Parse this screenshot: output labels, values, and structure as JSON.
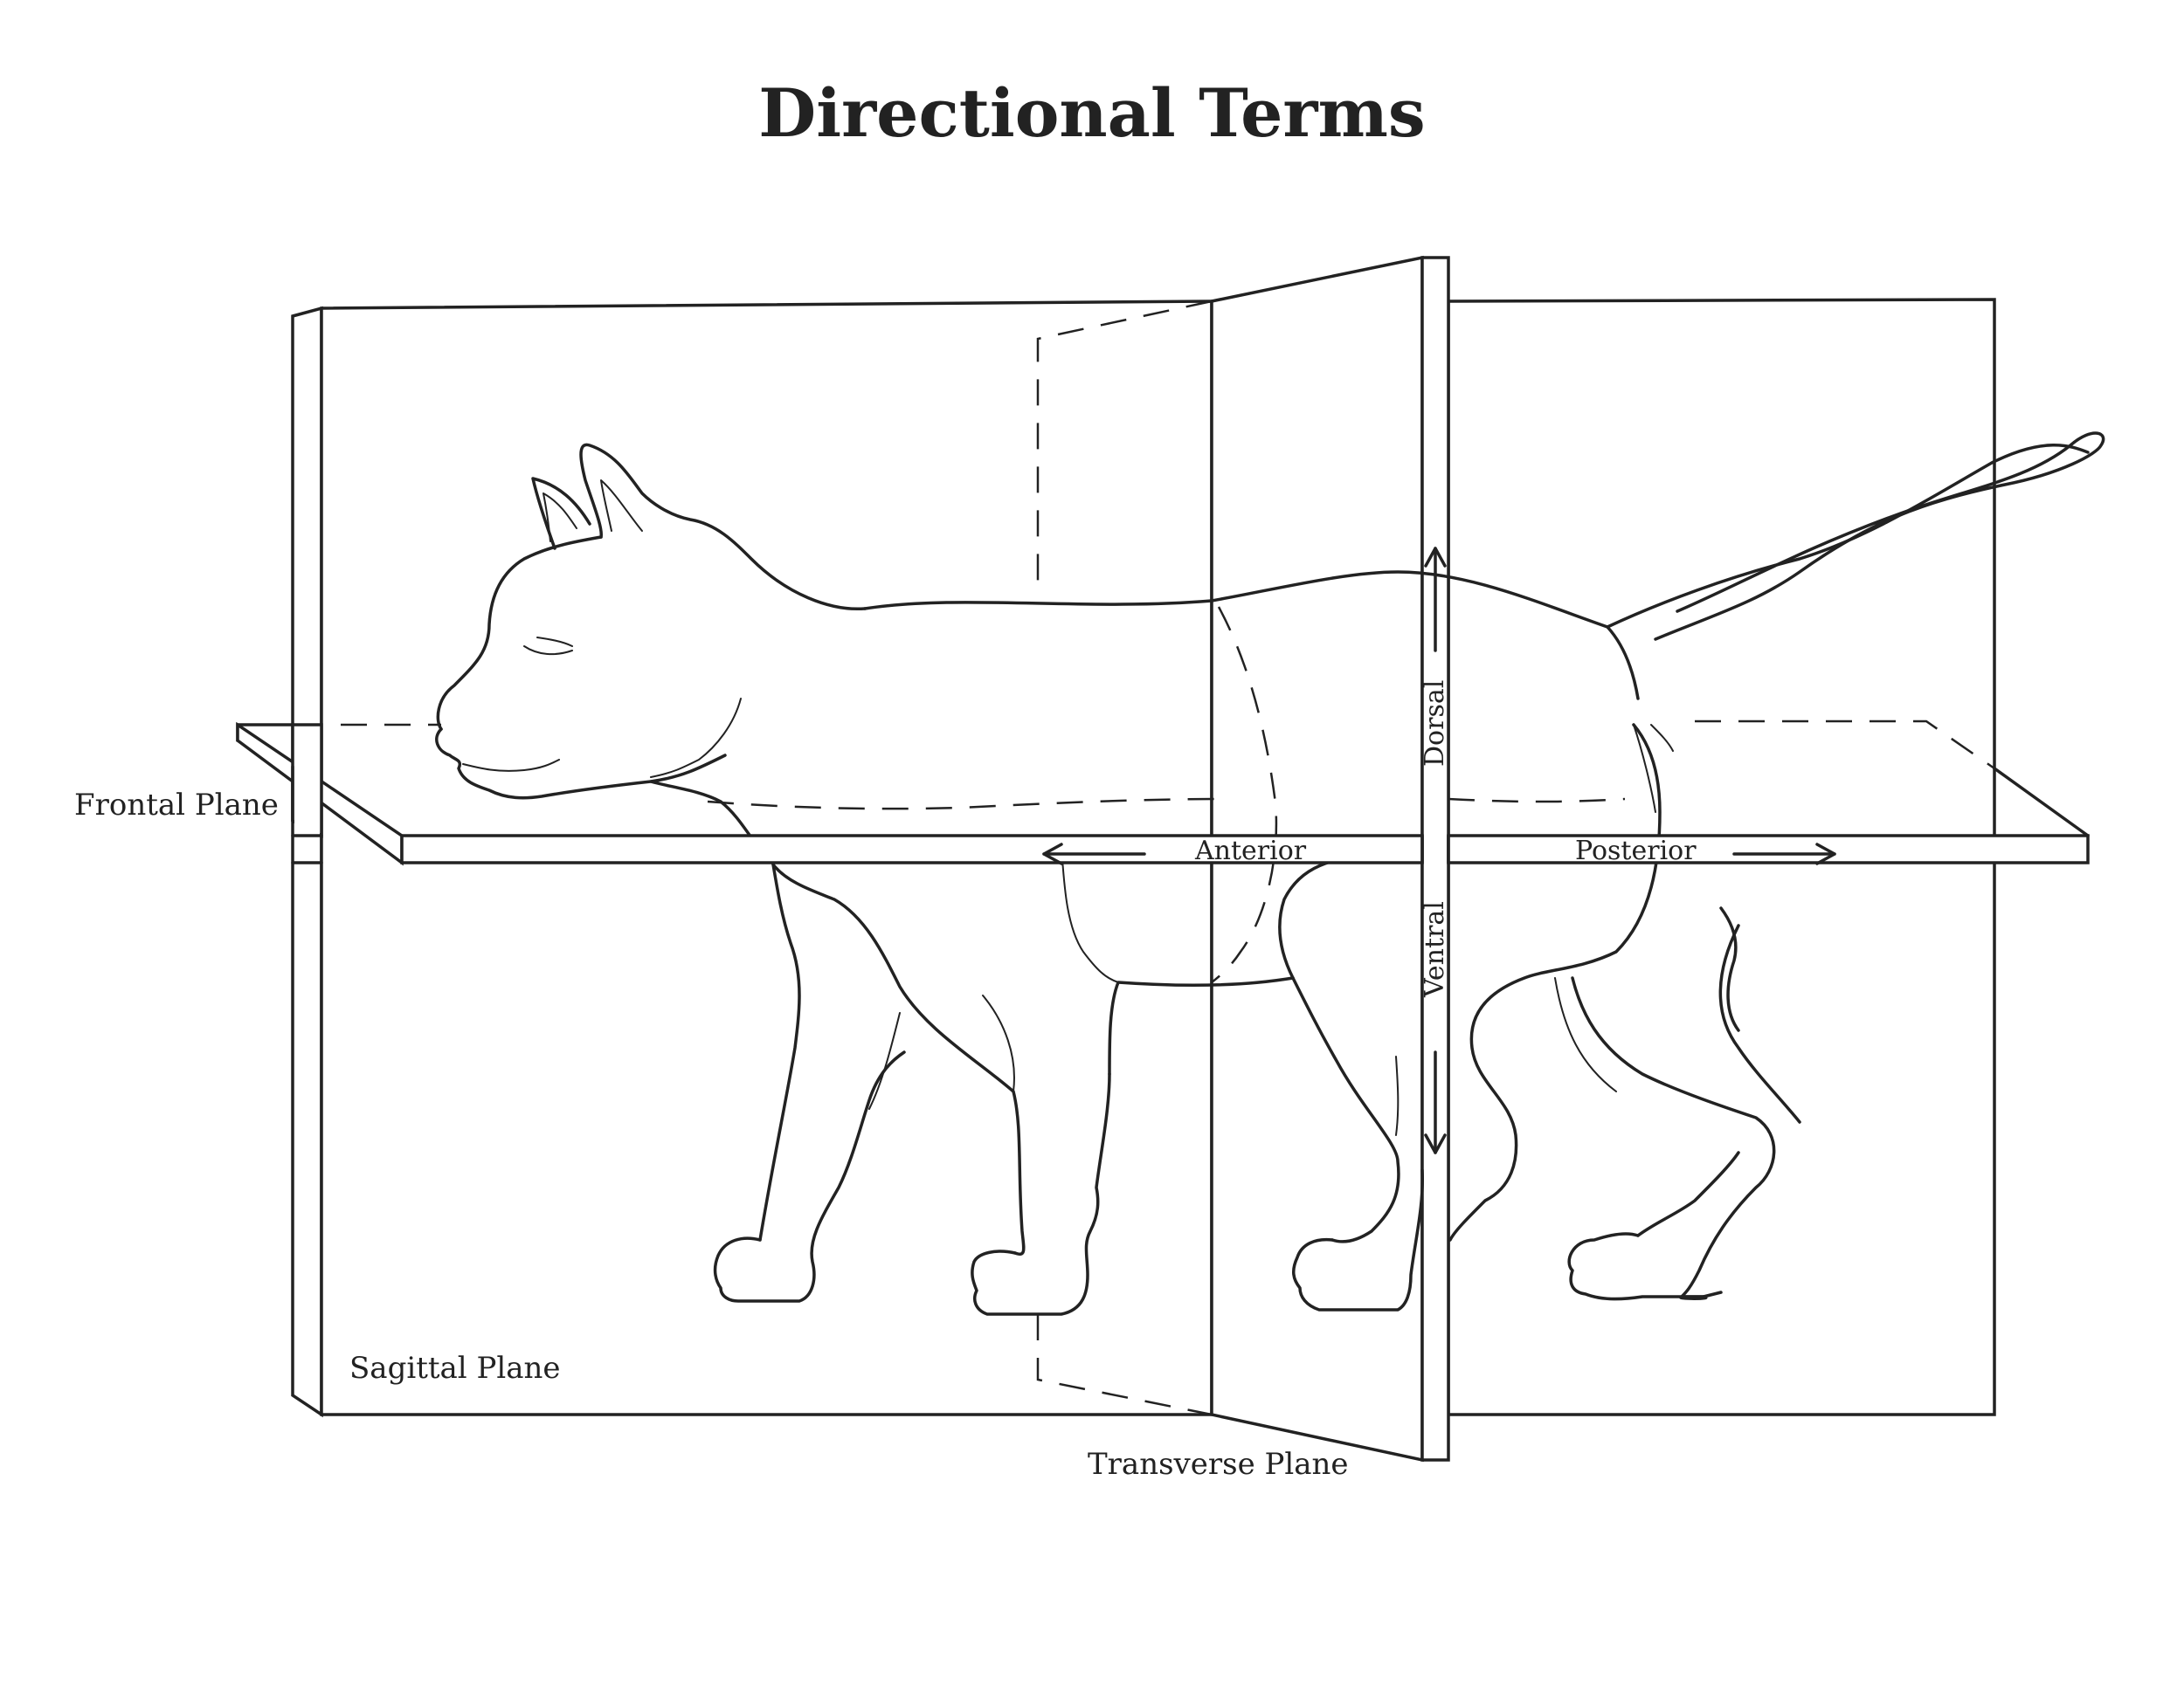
{
  "title": "Directional Terms",
  "planes": {
    "frontal": "Frontal Plane",
    "sagittal": "Sagittal Plane",
    "transverse": "Transverse Plane"
  },
  "directions": {
    "anterior": "Anterior",
    "posterior": "Posterior",
    "dorsal": "Dorsal",
    "ventral": "Ventral"
  },
  "subject": "cat"
}
